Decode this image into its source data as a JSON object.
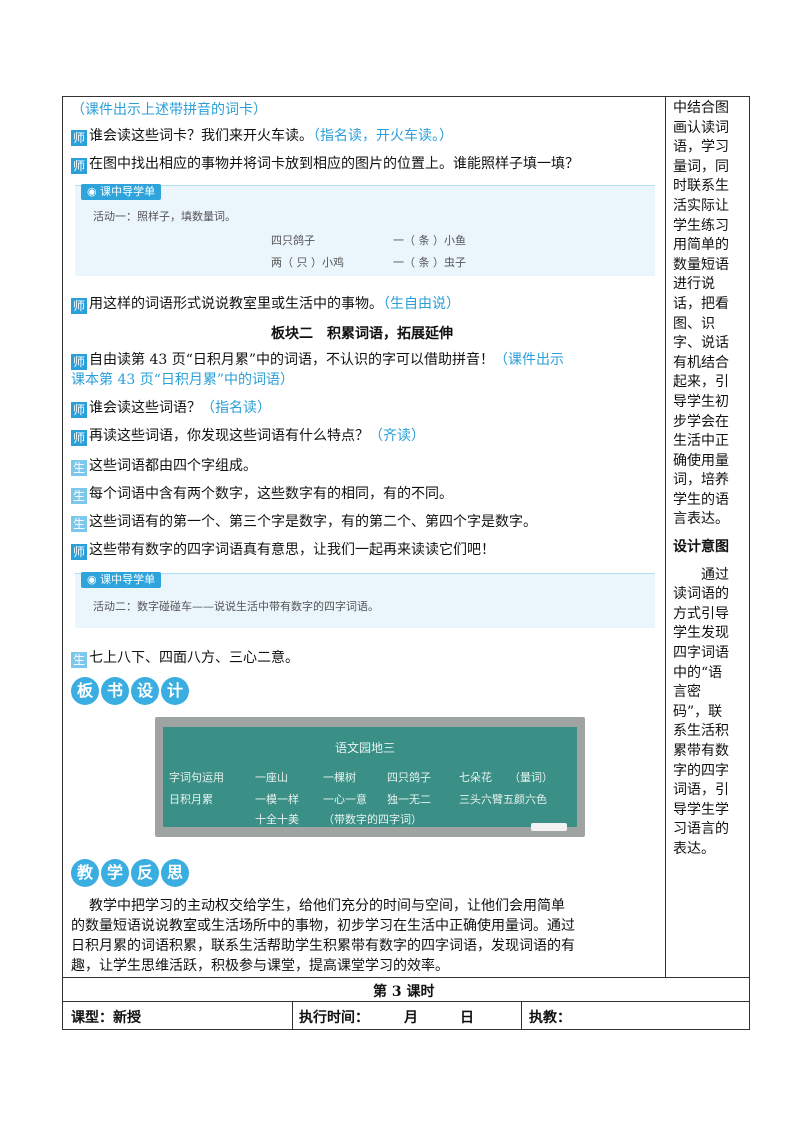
{
  "main": {
    "l1": "（课件出示上述带拼音的词卡）",
    "l2a": "谁会读这些词卡？我们来开火车读。",
    "l2b": "（指名读，开火车读。）",
    "l3": "在图中找出相应的事物并将词卡放到相应的图片的位置上。谁能照样子填一填？",
    "guide1_title": "课中导学单",
    "guide1_lines": [
      "活动一：照样子，填数量词。",
      "四只鸽子",
      "一（  条  ）小鱼",
      "两（  只  ）小鸡",
      "一（  条  ）虫子"
    ],
    "l4a": "用这样的词语形式说说教室里或生活中的事物。",
    "l4b": "（生自由说）",
    "section2": "板块二　积累词语，拓展延伸",
    "l5a": "自由读第 43 页“日积月累”中的词语，不认识的字可以借助拼音！",
    "l5b": "（课件出示",
    "l5c": "课本第 43 页“日积月累”中的词语）",
    "l6a": "谁会读这些词语？",
    "l6b": "（指名读）",
    "l7a": "再读这些词语，你发现这些词语有什么特点？",
    "l7b": "（齐读）",
    "l8": "这些词语都由四个字组成。",
    "l9": "每个词语中含有两个数字，这些数字有的相同，有的不同。",
    "l10": "这些词语有的第一个、第三个字是数字，有的第二个、第四个字是数字。",
    "l11": "这些带有数字的四字词语真有意思，让我们一起再来读读它们吧！",
    "guide2_title": "课中导学单",
    "guide2_line": "活动二：数字碰碰车——说说生活中带有数字的四字词语。",
    "l12": "七上八下、四面八方、三心二意。",
    "tag_shi": "师",
    "tag_sheng": "生"
  },
  "board_heading": [
    "板",
    "书",
    "设",
    "计"
  ],
  "board": {
    "title": "语文园地三",
    "r1": [
      "字词句运用",
      "一座山",
      "一棵树",
      "四只鸽子",
      "七朵花",
      "（量词）"
    ],
    "r2": [
      "日积月累",
      "一模一样",
      "一心一意",
      "独一无二",
      "三头六臂五颜六色"
    ],
    "r3": [
      "十全十美",
      "（带数字的四字词）"
    ]
  },
  "reflect_heading": [
    "教",
    "学",
    "反",
    "思"
  ],
  "reflect_text": [
    "教学中把学习的主动权交给学生，给他们充分的时间与空间，让他们会用简单",
    "的数量短语说说教室或生活场所中的事物，初步学习在生活中正确使用量词。通过",
    "日积月累的词语积累，联系生活帮助学生积累带有数字的四字词语，发现词语的有",
    "趣，让学生思维活跃，积极参与课堂，提高课堂学习的效率。"
  ],
  "side": {
    "t1": [
      "中结合图",
      "画认读词",
      "语，学习",
      "量词，同",
      "时联系生",
      "活实际让",
      "学生练习",
      "用简单的",
      "数量短语",
      "进行说",
      "话，把看",
      "图、识",
      "字、说话",
      "有机结合",
      "起来，引",
      "导学生初",
      "步学会在",
      "生活中正",
      "确使用量",
      "词，培养",
      "学生的语",
      "言表达。"
    ],
    "heading": "设计意图",
    "t2": [
      "　　通过",
      "读词语的",
      "方式引导",
      "学生发现",
      "四字词语",
      "中的“语",
      "言密",
      "码”，联",
      "系生活积",
      "累带有数",
      "字的四字",
      "词语，引",
      "导学生学",
      "习语言的",
      "表达。"
    ]
  },
  "footer": {
    "lesson": "第 3 课时",
    "type": "课型：新授",
    "time": "执行时间：　　　月　　　日",
    "teacher": "执教："
  }
}
